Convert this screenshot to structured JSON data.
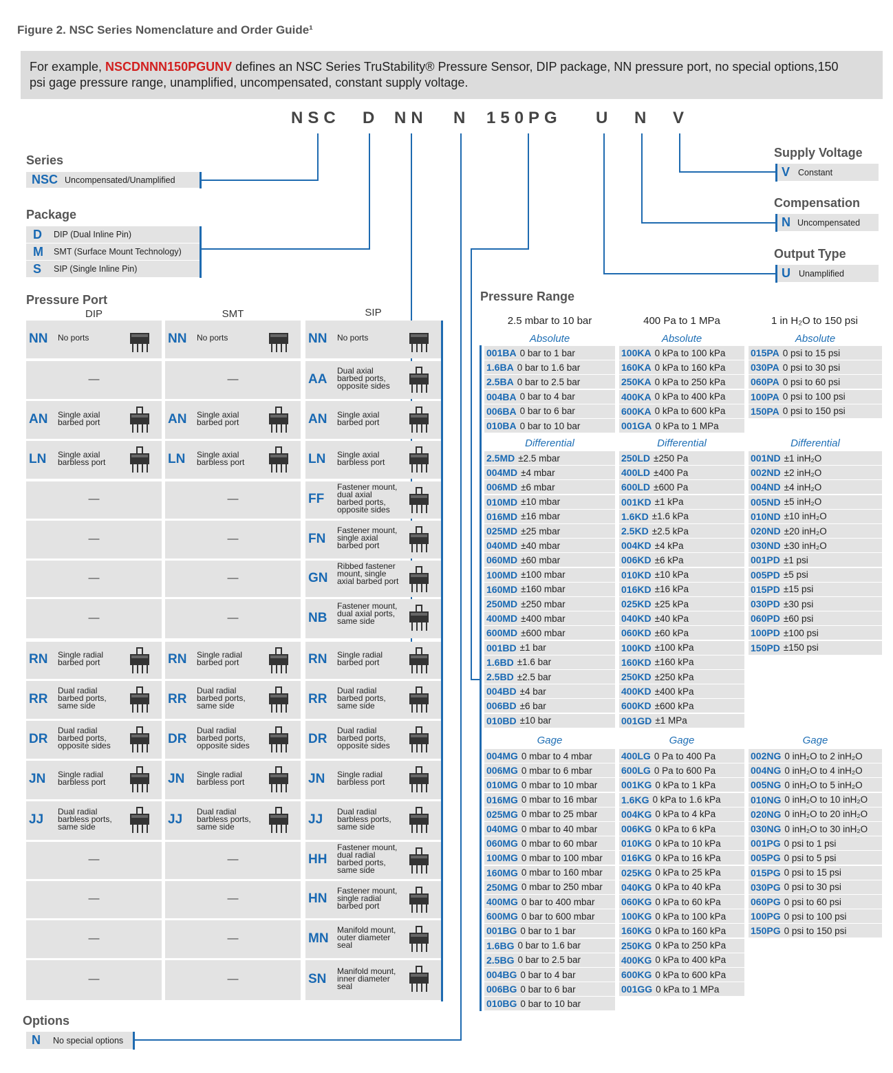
{
  "title": "Figure 2. NSC Series Nomenclature and Order Guide¹",
  "example": {
    "pre": "For example, ",
    "code": "NSCDNNN150PGUNV",
    "post": " defines an NSC Series TruStability® Pressure Sensor, DIP package, NN pressure port, no special options,150 psi gage pressure range, unamplified, uncompensated, constant supply voltage."
  },
  "part": [
    "NSC",
    "D",
    "NN",
    "N",
    "150PG",
    "U",
    "N",
    "V"
  ],
  "series": {
    "heading": "Series",
    "code": "NSC",
    "desc": "Uncompensated/Unamplified"
  },
  "package": {
    "heading": "Package",
    "items": [
      {
        "code": "D",
        "desc": "DIP (Dual Inline Pin)"
      },
      {
        "code": "M",
        "desc": "SMT (Surface Mount Technology)"
      },
      {
        "code": "S",
        "desc": "SIP (Single Inline Pin)"
      }
    ]
  },
  "supply": {
    "heading": "Supply Voltage",
    "code": "V",
    "desc": "Constant"
  },
  "compensation": {
    "heading": "Compensation",
    "code": "N",
    "desc": "Uncompensated"
  },
  "output": {
    "heading": "Output Type",
    "code": "U",
    "desc": "Unamplified"
  },
  "options": {
    "heading": "Options",
    "code": "N",
    "desc": "No special options"
  },
  "port": {
    "heading": "Pressure Port",
    "cols": [
      "DIP",
      "SMT",
      "SIP"
    ],
    "rows": [
      [
        [
          "NN",
          "No ports"
        ],
        [
          "NN",
          "No ports"
        ],
        [
          "NN",
          "No ports"
        ]
      ],
      [
        null,
        null,
        [
          "AA",
          "Dual axial barbed ports, opposite sides"
        ]
      ],
      [
        [
          "AN",
          "Single axial barbed port"
        ],
        [
          "AN",
          "Single axial barbed port"
        ],
        [
          "AN",
          "Single axial barbed port"
        ]
      ],
      [
        [
          "LN",
          "Single axial barbless port"
        ],
        [
          "LN",
          "Single axial barbless port"
        ],
        [
          "LN",
          "Single axial barbless port"
        ]
      ],
      [
        null,
        null,
        [
          "FF",
          "Fastener mount, dual axial barbed ports, opposite sides"
        ]
      ],
      [
        null,
        null,
        [
          "FN",
          "Fastener mount, single axial barbed port"
        ]
      ],
      [
        null,
        null,
        [
          "GN",
          "Ribbed fastener mount, single axial barbed port"
        ]
      ],
      [
        null,
        null,
        [
          "NB",
          "Fastener mount, dual axial ports, same side"
        ]
      ],
      [
        [
          "RN",
          "Single radial barbed port"
        ],
        [
          "RN",
          "Single radial barbed port"
        ],
        [
          "RN",
          "Single radial barbed port"
        ]
      ],
      [
        [
          "RR",
          "Dual radial barbed ports, same side"
        ],
        [
          "RR",
          "Dual radial barbed ports, same side"
        ],
        [
          "RR",
          "Dual radial barbed ports, same side"
        ]
      ],
      [
        [
          "DR",
          "Dual radial barbed ports, opposite sides"
        ],
        [
          "DR",
          "Dual radial barbed ports, opposite sides"
        ],
        [
          "DR",
          "Dual radial barbed ports, opposite sides"
        ]
      ],
      [
        [
          "JN",
          "Single radial barbless port"
        ],
        [
          "JN",
          "Single radial barbless port"
        ],
        [
          "JN",
          "Single radial barbless port"
        ]
      ],
      [
        [
          "JJ",
          "Dual radial barbless ports, same side"
        ],
        [
          "JJ",
          "Dual radial barbless ports, same side"
        ],
        [
          "JJ",
          "Dual radial barbless ports, same side"
        ]
      ],
      [
        null,
        null,
        [
          "HH",
          "Fastener mount, dual radial barbed ports, same side"
        ]
      ],
      [
        null,
        null,
        [
          "HN",
          "Fastener mount, single radial barbed port"
        ]
      ],
      [
        null,
        null,
        [
          "MN",
          "Manifold mount, outer diameter seal"
        ]
      ],
      [
        null,
        null,
        [
          "SN",
          "Manifold mount, inner diameter seal"
        ]
      ]
    ],
    "dash": "—"
  },
  "pressure": {
    "heading": "Pressure Range",
    "ranges": [
      "2.5 mbar to 10 bar",
      "400 Pa to 1 MPa",
      "1 in H₂O to 150 psi"
    ],
    "sections": [
      "Absolute",
      "Differential",
      "Gage"
    ],
    "cols": [
      {
        "abs": [
          [
            "001BA",
            "0 bar to 1 bar"
          ],
          [
            "1.6BA",
            "0 bar to 1.6 bar"
          ],
          [
            "2.5BA",
            "0 bar to 2.5 bar"
          ],
          [
            "004BA",
            "0 bar to 4 bar"
          ],
          [
            "006BA",
            "0 bar to 6 bar"
          ],
          [
            "010BA",
            "0 bar to 10 bar"
          ]
        ],
        "diff": [
          [
            "2.5MD",
            "±2.5 mbar"
          ],
          [
            "004MD",
            "±4 mbar"
          ],
          [
            "006MD",
            "±6 mbar"
          ],
          [
            "010MD",
            "±10 mbar"
          ],
          [
            "016MD",
            "±16 mbar"
          ],
          [
            "025MD",
            "±25 mbar"
          ],
          [
            "040MD",
            "±40 mbar"
          ],
          [
            "060MD",
            "±60 mbar"
          ],
          [
            "100MD",
            "±100 mbar"
          ],
          [
            "160MD",
            "±160 mbar"
          ],
          [
            "250MD",
            "±250 mbar"
          ],
          [
            "400MD",
            "±400 mbar"
          ],
          [
            "600MD",
            "±600 mbar"
          ],
          [
            "001BD",
            "±1 bar"
          ],
          [
            "1.6BD",
            "±1.6 bar"
          ],
          [
            "2.5BD",
            "±2.5 bar"
          ],
          [
            "004BD",
            "±4 bar"
          ],
          [
            "006BD",
            "±6 bar"
          ],
          [
            "010BD",
            "±10 bar"
          ]
        ],
        "gage": [
          [
            "004MG",
            "0 mbar to 4 mbar"
          ],
          [
            "006MG",
            "0 mbar to 6 mbar"
          ],
          [
            "010MG",
            "0 mbar to 10 mbar"
          ],
          [
            "016MG",
            "0 mbar to 16 mbar"
          ],
          [
            "025MG",
            "0 mbar to 25 mbar"
          ],
          [
            "040MG",
            "0 mbar to 40 mbar"
          ],
          [
            "060MG",
            "0 mbar to 60 mbar"
          ],
          [
            "100MG",
            "0 mbar to 100 mbar"
          ],
          [
            "160MG",
            "0 mbar to 160 mbar"
          ],
          [
            "250MG",
            "0 mbar to 250 mbar"
          ],
          [
            "400MG",
            "0 bar to 400 mbar"
          ],
          [
            "600MG",
            "0 bar to 600 mbar"
          ],
          [
            "001BG",
            "0 bar to 1 bar"
          ],
          [
            "1.6BG",
            "0 bar to 1.6 bar"
          ],
          [
            "2.5BG",
            "0 bar to 2.5 bar"
          ],
          [
            "004BG",
            "0 bar to 4 bar"
          ],
          [
            "006BG",
            "0 bar to 6 bar"
          ],
          [
            "010BG",
            "0 bar to 10 bar"
          ]
        ]
      },
      {
        "abs": [
          [
            "100KA",
            "0 kPa to 100 kPa"
          ],
          [
            "160KA",
            "0 kPa to 160 kPa"
          ],
          [
            "250KA",
            "0 kPa to 250 kPa"
          ],
          [
            "400KA",
            "0 kPa to 400 kPa"
          ],
          [
            "600KA",
            "0 kPa to 600 kPa"
          ],
          [
            "001GA",
            "0 kPa to 1 MPa"
          ]
        ],
        "diff": [
          [
            "250LD",
            "±250 Pa"
          ],
          [
            "400LD",
            "±400 Pa"
          ],
          [
            "600LD",
            "±600 Pa"
          ],
          [
            "001KD",
            "±1 kPa"
          ],
          [
            "1.6KD",
            "±1.6 kPa"
          ],
          [
            "2.5KD",
            "±2.5 kPa"
          ],
          [
            "004KD",
            "±4 kPa"
          ],
          [
            "006KD",
            "±6 kPa"
          ],
          [
            "010KD",
            "±10 kPa"
          ],
          [
            "016KD",
            "±16 kPa"
          ],
          [
            "025KD",
            "±25 kPa"
          ],
          [
            "040KD",
            "±40 kPa"
          ],
          [
            "060KD",
            "±60 kPa"
          ],
          [
            "100KD",
            "±100 kPa"
          ],
          [
            "160KD",
            "±160 kPa"
          ],
          [
            "250KD",
            "±250 kPa"
          ],
          [
            "400KD",
            "±400 kPa"
          ],
          [
            "600KD",
            "±600 kPa"
          ],
          [
            "001GD",
            "±1 MPa"
          ]
        ],
        "gage": [
          [
            "400LG",
            "0 Pa to 400 Pa"
          ],
          [
            "600LG",
            "0 Pa to 600 Pa"
          ],
          [
            "001KG",
            "0 kPa to 1 kPa"
          ],
          [
            "1.6KG",
            "0 kPa to 1.6 kPa"
          ],
          [
            "004KG",
            "0 kPa to 4 kPa"
          ],
          [
            "006KG",
            "0 kPa to 6 kPa"
          ],
          [
            "010KG",
            "0 kPa to 10 kPa"
          ],
          [
            "016KG",
            "0 kPa to 16 kPa"
          ],
          [
            "025KG",
            "0 kPa to 25 kPa"
          ],
          [
            "040KG",
            "0 kPa to 40 kPa"
          ],
          [
            "060KG",
            "0 kPa to 60 kPa"
          ],
          [
            "100KG",
            "0 kPa to 100 kPa"
          ],
          [
            "160KG",
            "0 kPa to 160 kPa"
          ],
          [
            "250KG",
            "0 kPa to 250 kPa"
          ],
          [
            "400KG",
            "0 kPa to 400 kPa"
          ],
          [
            "600KG",
            "0 kPa to 600 kPa"
          ],
          [
            "001GG",
            "0 kPa to 1 MPa"
          ]
        ]
      },
      {
        "abs": [
          [
            "015PA",
            "0 psi to 15 psi"
          ],
          [
            "030PA",
            "0 psi to 30 psi"
          ],
          [
            "060PA",
            "0 psi to 60 psi"
          ],
          [
            "100PA",
            "0 psi to 100 psi"
          ],
          [
            "150PA",
            "0 psi to 150 psi"
          ]
        ],
        "diff": [
          [
            "001ND",
            "±1 inH₂O"
          ],
          [
            "002ND",
            "±2 inH₂O"
          ],
          [
            "004ND",
            "±4 inH₂O"
          ],
          [
            "005ND",
            "±5 inH₂O"
          ],
          [
            "010ND",
            "±10 inH₂O"
          ],
          [
            "020ND",
            "±20 inH₂O"
          ],
          [
            "030ND",
            "±30 inH₂O"
          ],
          [
            "001PD",
            "±1 psi"
          ],
          [
            "005PD",
            "±5 psi"
          ],
          [
            "015PD",
            "±15 psi"
          ],
          [
            "030PD",
            "±30 psi"
          ],
          [
            "060PD",
            "±60 psi"
          ],
          [
            "100PD",
            "±100 psi"
          ],
          [
            "150PD",
            "±150 psi"
          ]
        ],
        "gage": [
          [
            "002NG",
            "0 inH₂O to 2 inH₂O"
          ],
          [
            "004NG",
            "0 inH₂O to 4 inH₂O"
          ],
          [
            "005NG",
            "0 inH₂O to 5 inH₂O"
          ],
          [
            "010NG",
            "0 inH₂O to 10 inH₂O"
          ],
          [
            "020NG",
            "0 inH₂O to 20 inH₂O"
          ],
          [
            "030NG",
            "0 inH₂O to 30 inH₂O"
          ],
          [
            "001PG",
            "0 psi to 1 psi"
          ],
          [
            "005PG",
            "0 psi to 5 psi"
          ],
          [
            "015PG",
            "0 psi to 15 psi"
          ],
          [
            "030PG",
            "0 psi to 30 psi"
          ],
          [
            "060PG",
            "0 psi to 60 psi"
          ],
          [
            "100PG",
            "0 psi to 100 psi"
          ],
          [
            "150PG",
            "0 psi to 150 psi"
          ]
        ]
      }
    ]
  },
  "colors": {
    "accent": "#1e6ab0",
    "code": "#1969b3",
    "highlight": "#d2201f",
    "cell": "#e3e3e3"
  }
}
